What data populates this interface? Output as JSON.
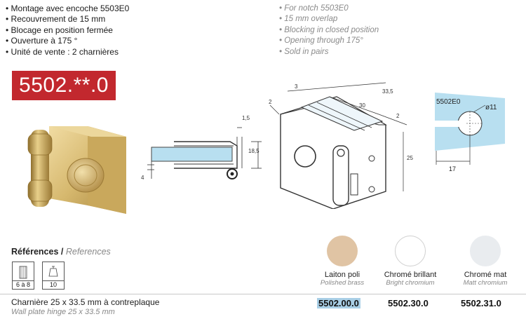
{
  "features_fr": [
    "• Montage avec encoche 5503E0",
    "• Recouvrement de 15 mm",
    "• Blocage en position fermée",
    "• Ouverture à 175 °",
    "• Unité de vente : 2 charnières"
  ],
  "features_en": [
    "• For notch 5503E0",
    "• 15 mm overlap",
    "• Blocking in closed position",
    "• Opening through 175°",
    "• Sold in pairs"
  ],
  "model_badge": "5502.**.0",
  "drawing": {
    "side_dims": [
      "1,5",
      "18,5",
      "4"
    ],
    "iso_dims": [
      "3",
      "33,5",
      "2",
      "30",
      "2",
      "25"
    ],
    "notch_label": "5502E0",
    "notch_diameter": "ø11",
    "notch_width": "17"
  },
  "references": {
    "title_fr": "Références",
    "separator": "/",
    "title_en": "References"
  },
  "packaging": [
    {
      "icon": "box-pack-icon",
      "label": "6 à 8"
    },
    {
      "icon": "bell-pack-icon",
      "label": "10"
    }
  ],
  "finishes": [
    {
      "name": "Laiton poli",
      "name_en": "Polished brass",
      "color": "#e0c4a4",
      "code": "5502.00.0"
    },
    {
      "name": "Chromé brillant",
      "name_en": "Bright chromium",
      "color": "#ffffff",
      "code": "5502.30.0"
    },
    {
      "name": "Chromé mat",
      "name_en": "Matt chromium",
      "color": "#e9ecef",
      "code": "5502.31.0"
    }
  ],
  "product": {
    "name_fr": "Charnière 25 x 33.5 mm à contreplaque",
    "name_en": "Wall plate hinge 25 x 33.5 mm"
  }
}
